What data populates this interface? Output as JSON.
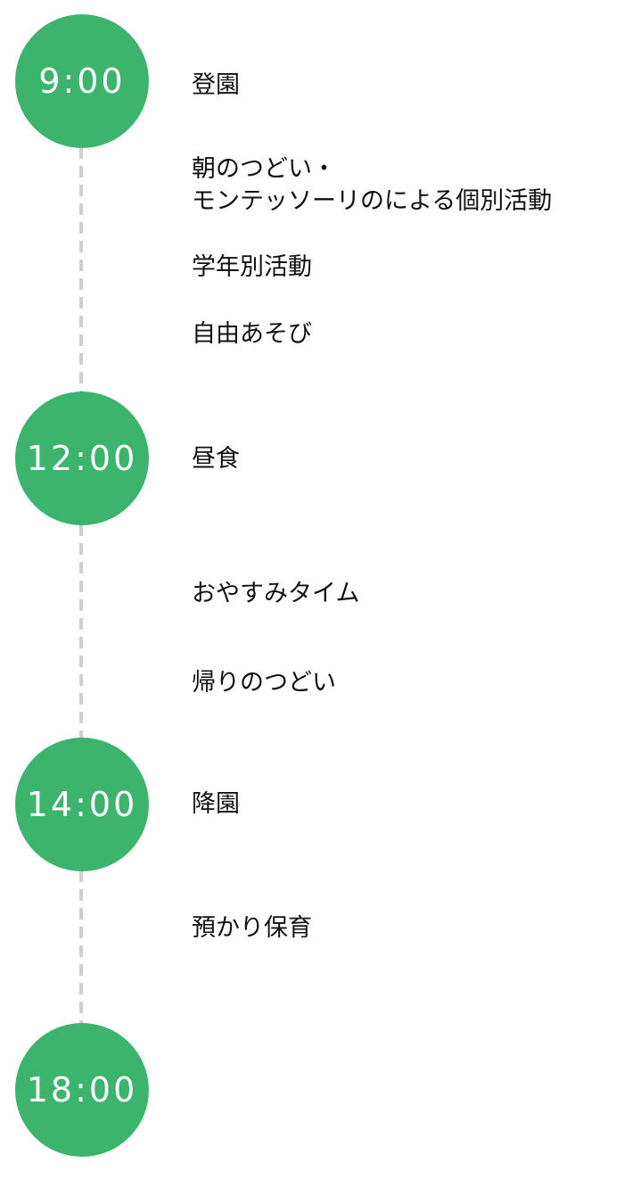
{
  "schedule": {
    "times": [
      "9:00",
      "12:00",
      "14:00",
      "18:00"
    ],
    "activities": {
      "tokoen": "登園",
      "morning_line1": "朝のつどい・",
      "morning_line2": "モンテッソーリのによる個別活動",
      "grade": "学年別活動",
      "free_play": "自由あそび",
      "lunch": "昼食",
      "rest": "おやすみタイム",
      "goodbye": "帰りのつどい",
      "koen": "降園",
      "extended_care": "預かり保育"
    }
  },
  "colors": {
    "accent": "#3cb46e",
    "connector": "#cfcfcf",
    "text": "#111111"
  }
}
